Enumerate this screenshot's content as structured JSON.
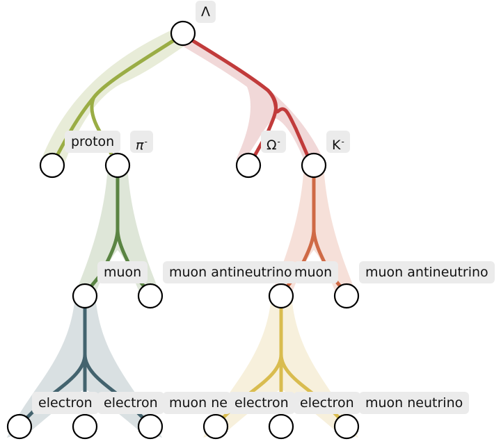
{
  "diagram": {
    "title": "Particle decay tree",
    "nodes": [
      {
        "id": "lambda",
        "label": "Λ",
        "level": 0,
        "parent": null
      },
      {
        "id": "proton",
        "label": "proton",
        "level": 1,
        "parent": "lambda"
      },
      {
        "id": "pi_minus",
        "label": "π",
        "label_sup": "-",
        "level": 1,
        "parent": "lambda"
      },
      {
        "id": "omega_minus",
        "label": "Ω",
        "label_sup": "-",
        "level": 1,
        "parent": "lambda"
      },
      {
        "id": "k_minus",
        "label": "K",
        "label_sup": "-",
        "level": 1,
        "parent": "lambda"
      },
      {
        "id": "muon_1",
        "label": "muon",
        "level": 2,
        "parent": "pi_minus"
      },
      {
        "id": "muon_antineutrino_1",
        "label": "muon antineutrino",
        "level": 2,
        "parent": "pi_minus"
      },
      {
        "id": "muon_2",
        "label": "muon",
        "level": 2,
        "parent": "k_minus"
      },
      {
        "id": "muon_antineutrino_2",
        "label": "muon antineutrino",
        "level": 2,
        "parent": "k_minus"
      },
      {
        "id": "electron_1",
        "label": "electron",
        "level": 3,
        "parent": "muon_1"
      },
      {
        "id": "electron_2",
        "label": "electron",
        "level": 3,
        "parent": "muon_1"
      },
      {
        "id": "muon_neutrino_1",
        "label": "muon neutrino",
        "level": 3,
        "parent": "muon_1"
      },
      {
        "id": "electron_3",
        "label": "electron",
        "level": 3,
        "parent": "muon_2"
      },
      {
        "id": "electron_4",
        "label": "electron",
        "level": 3,
        "parent": "muon_2"
      },
      {
        "id": "muon_neutrino_2",
        "label": "muon neutrino",
        "level": 3,
        "parent": "muon_2"
      }
    ],
    "branch_colors": {
      "lambda_left": {
        "line": "#9aad45",
        "band": "#e8ecd8"
      },
      "lambda_right": {
        "line": "#c13b3b",
        "band": "#f1d8d8"
      },
      "pi_minus": {
        "line": "#5a8443",
        "band": "#dee6d8"
      },
      "k_minus": {
        "line": "#cf6a46",
        "band": "#f6e0d9"
      },
      "muon_1": {
        "line": "#43636e",
        "band": "#d9e0e2"
      },
      "muon_2": {
        "line": "#d9bc4f",
        "band": "#f7f0dc"
      }
    }
  }
}
